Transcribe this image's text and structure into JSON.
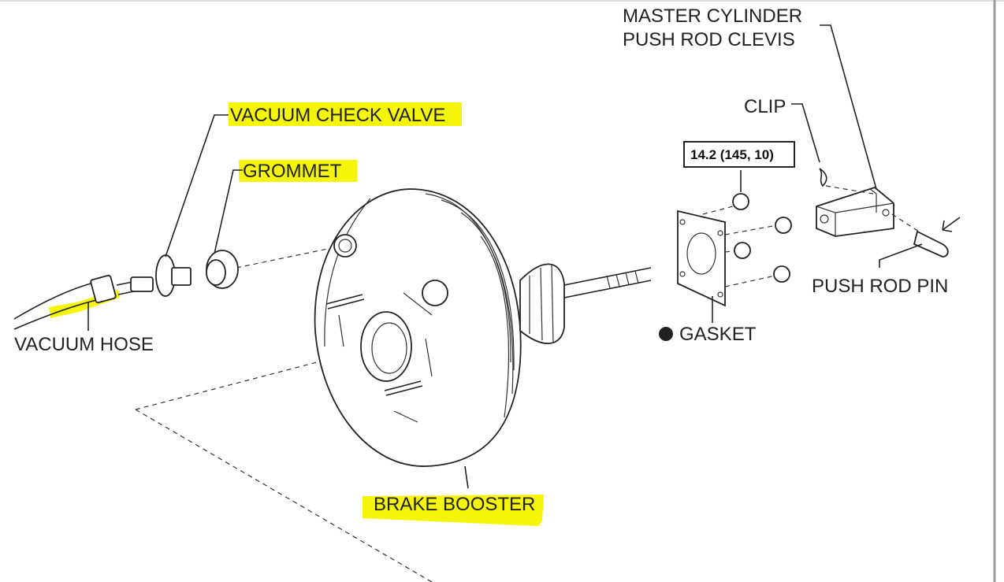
{
  "colors": {
    "highlight": "#f5f50a",
    "ink": "#222222",
    "border": "#9a9a9a"
  },
  "labels": {
    "master_cylinder_line1": "MASTER CYLINDER",
    "master_cylinder_line2": "PUSH ROD CLEVIS",
    "clip": "CLIP",
    "torque": "14.2 (145, 10)",
    "vacuum_check_valve": "VACUUM CHECK VALVE",
    "grommet": "GROMMET",
    "push_rod_pin": "PUSH ROD PIN",
    "vacuum_hose": "VACUUM HOSE",
    "gasket": "GASKET",
    "brake_booster": "BRAKE BOOSTER"
  },
  "highlighted": [
    "VACUUM CHECK VALVE",
    "GROMMET",
    "BRAKE BOOSTER",
    "VACUUM HOSE"
  ]
}
